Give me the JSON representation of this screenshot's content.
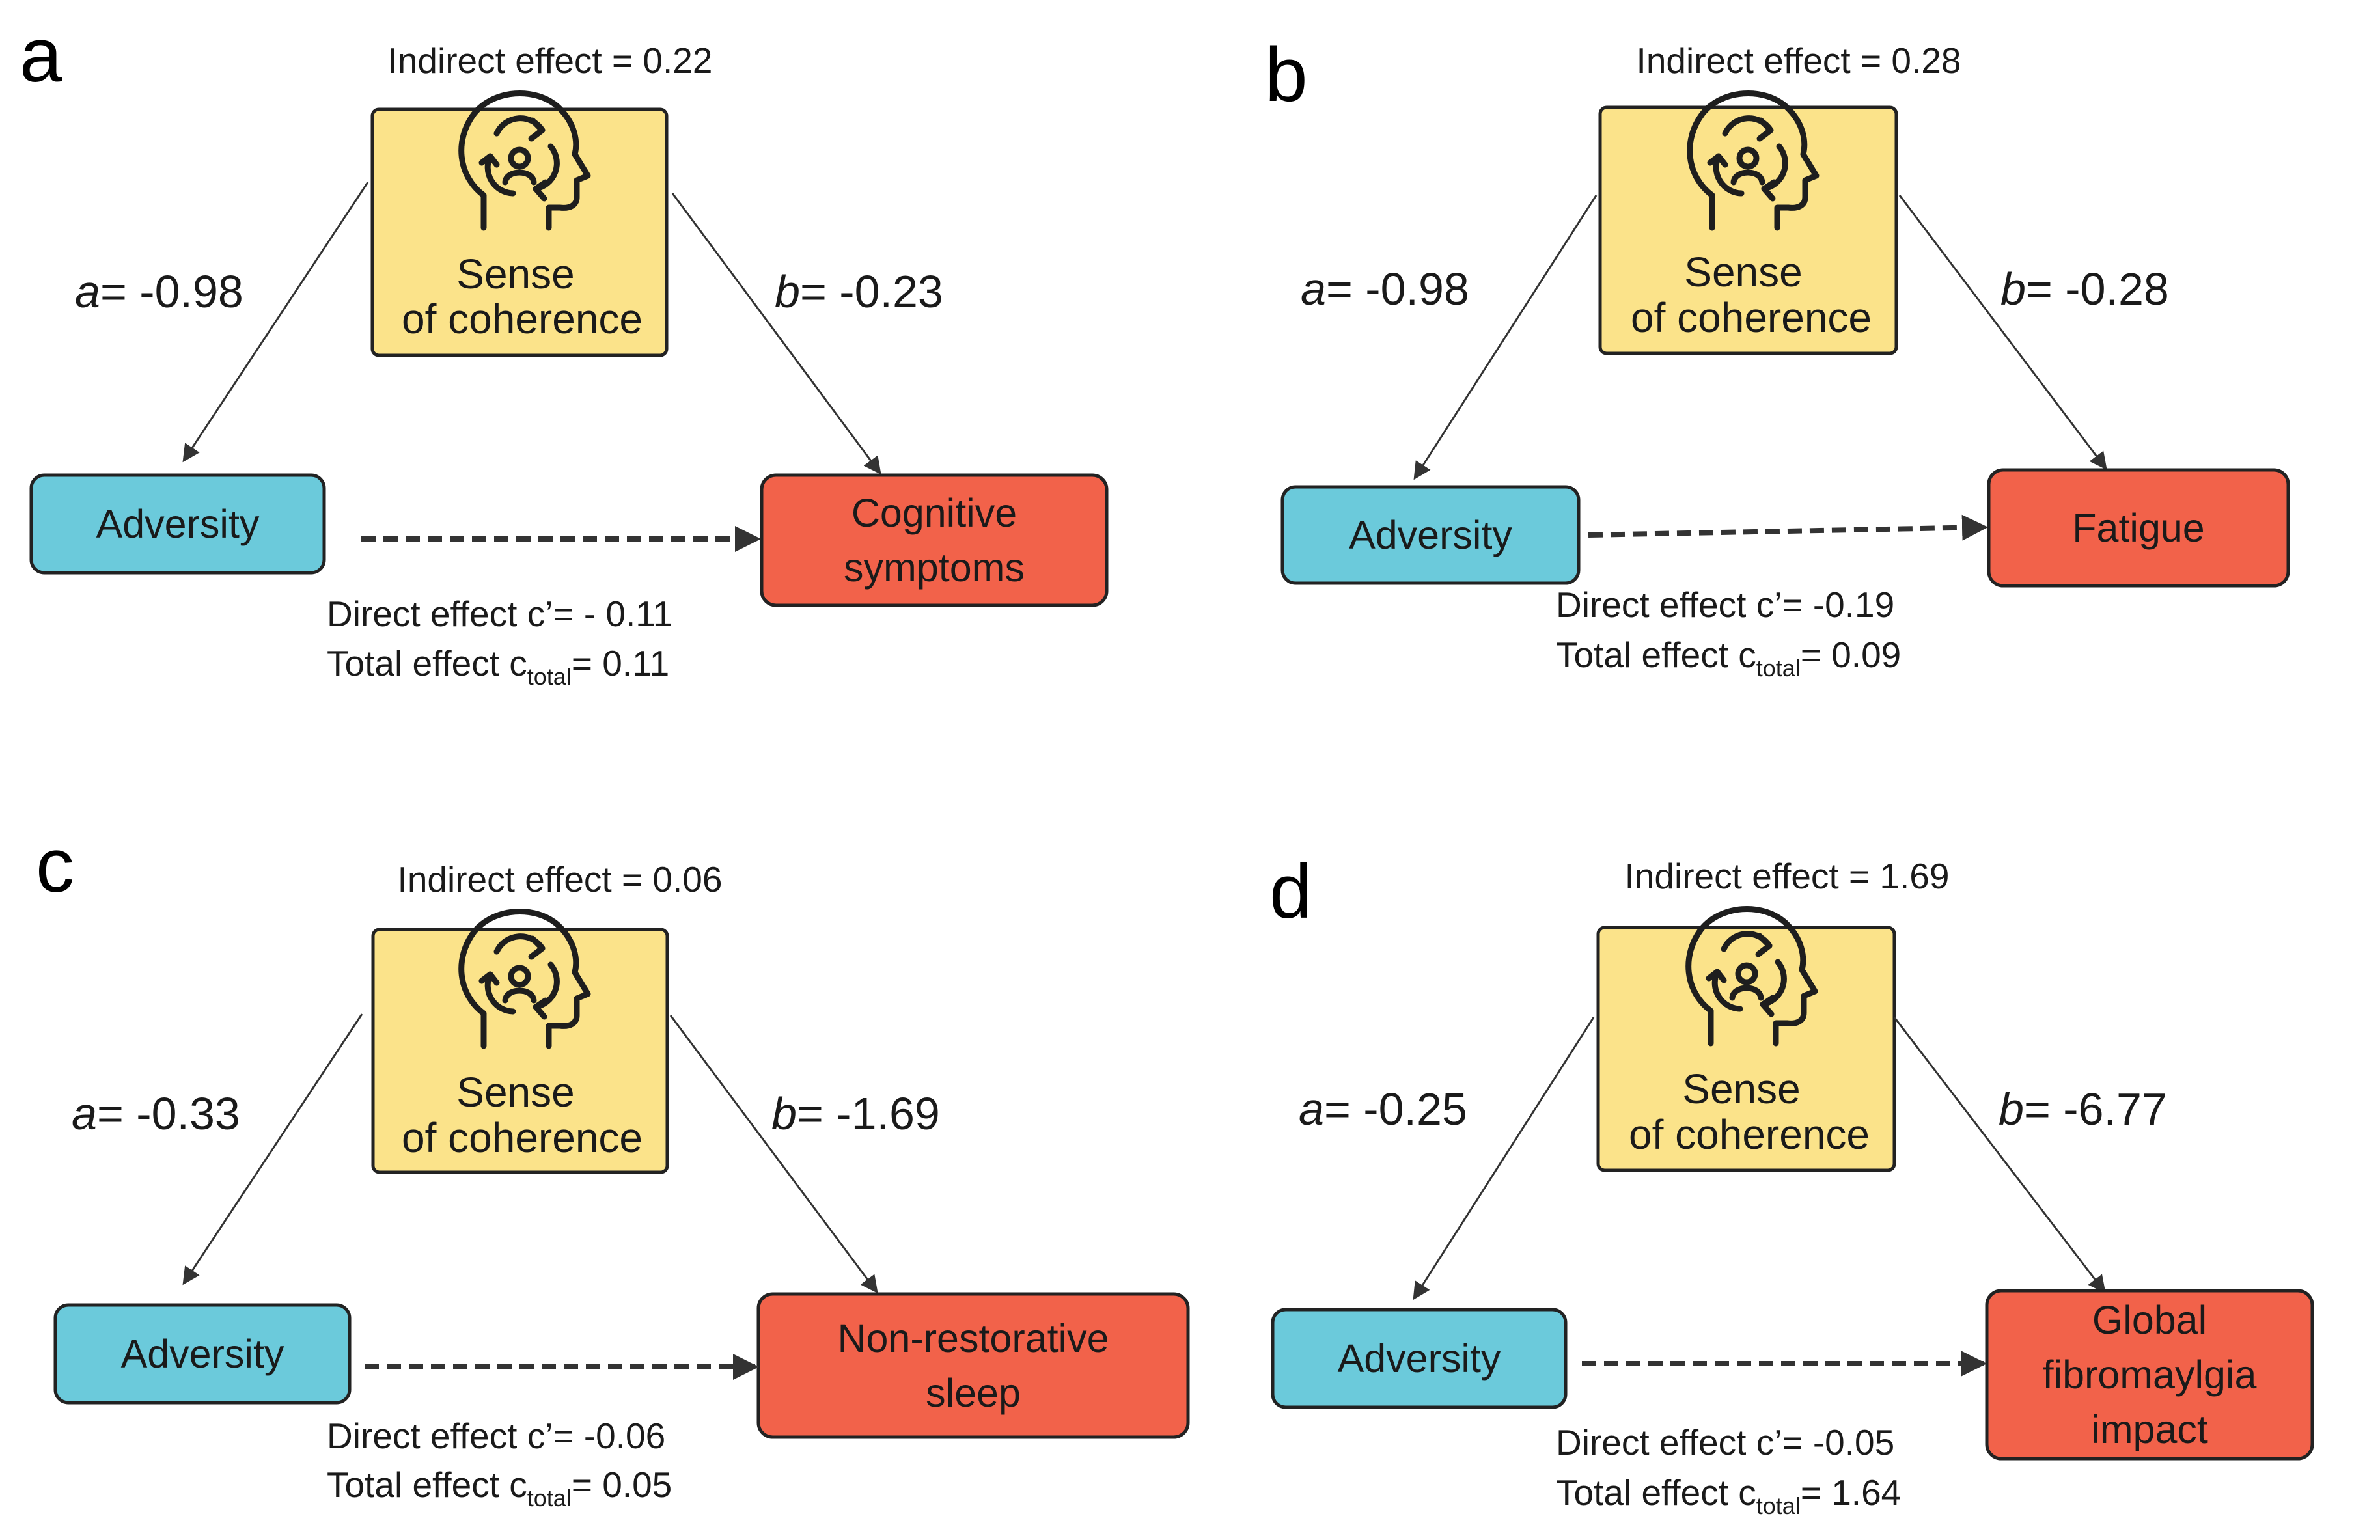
{
  "colors": {
    "mediator_fill": "#fbe38a",
    "adversity_fill": "#6bcadb",
    "outcome_fill": "#f2624a",
    "box_stroke": "#222222",
    "arrow": "#333333"
  },
  "icons": {
    "mediator": "head-with-circular-arrows-icon"
  },
  "panels": [
    {
      "letter": "a",
      "indirect": "Indirect effect = 0.22",
      "mediator_line1": "Sense",
      "mediator_line2": "of coherence",
      "a_var": "a",
      "a_value": "= -0.98",
      "b_var": "b",
      "b_value": "= -0.23",
      "predictor": "Adversity",
      "outcome_lines": [
        "Cognitive",
        "symptoms"
      ],
      "direct": "Direct effect c’= - 0.11",
      "total_prefix": "Total effect c",
      "total_sub": "total",
      "total_value": "= 0.11"
    },
    {
      "letter": "b",
      "indirect": "Indirect effect = 0.28",
      "mediator_line1": "Sense",
      "mediator_line2": "of coherence",
      "a_var": "a",
      "a_value": "= -0.98",
      "b_var": "b",
      "b_value": "= -0.28",
      "predictor": "Adversity",
      "outcome_lines": [
        "Fatigue"
      ],
      "direct": "Direct effect c’= -0.19",
      "total_prefix": "Total effect c",
      "total_sub": "total",
      "total_value": "= 0.09"
    },
    {
      "letter": "c",
      "indirect": "Indirect effect = 0.06",
      "mediator_line1": "Sense",
      "mediator_line2": "of coherence",
      "a_var": "a",
      "a_value": "= -0.33",
      "b_var": "b",
      "b_value": "= -1.69",
      "predictor": "Adversity",
      "outcome_lines": [
        "Non-restorative",
        "sleep"
      ],
      "direct": "Direct effect c’= -0.06",
      "total_prefix": "Total effect c",
      "total_sub": "total",
      "total_value": "= 0.05"
    },
    {
      "letter": "d",
      "indirect": "Indirect effect = 1.69",
      "mediator_line1": "Sense",
      "mediator_line2": "of coherence",
      "a_var": "a",
      "a_value": "= -0.25",
      "b_var": "b",
      "b_value": "= -6.77",
      "predictor": "Adversity",
      "outcome_lines": [
        "Global",
        "fibromaylgia",
        "impact"
      ],
      "direct": "Direct effect c’= -0.05",
      "total_prefix": "Total effect c",
      "total_sub": "total",
      "total_value": "= 1.64"
    }
  ]
}
